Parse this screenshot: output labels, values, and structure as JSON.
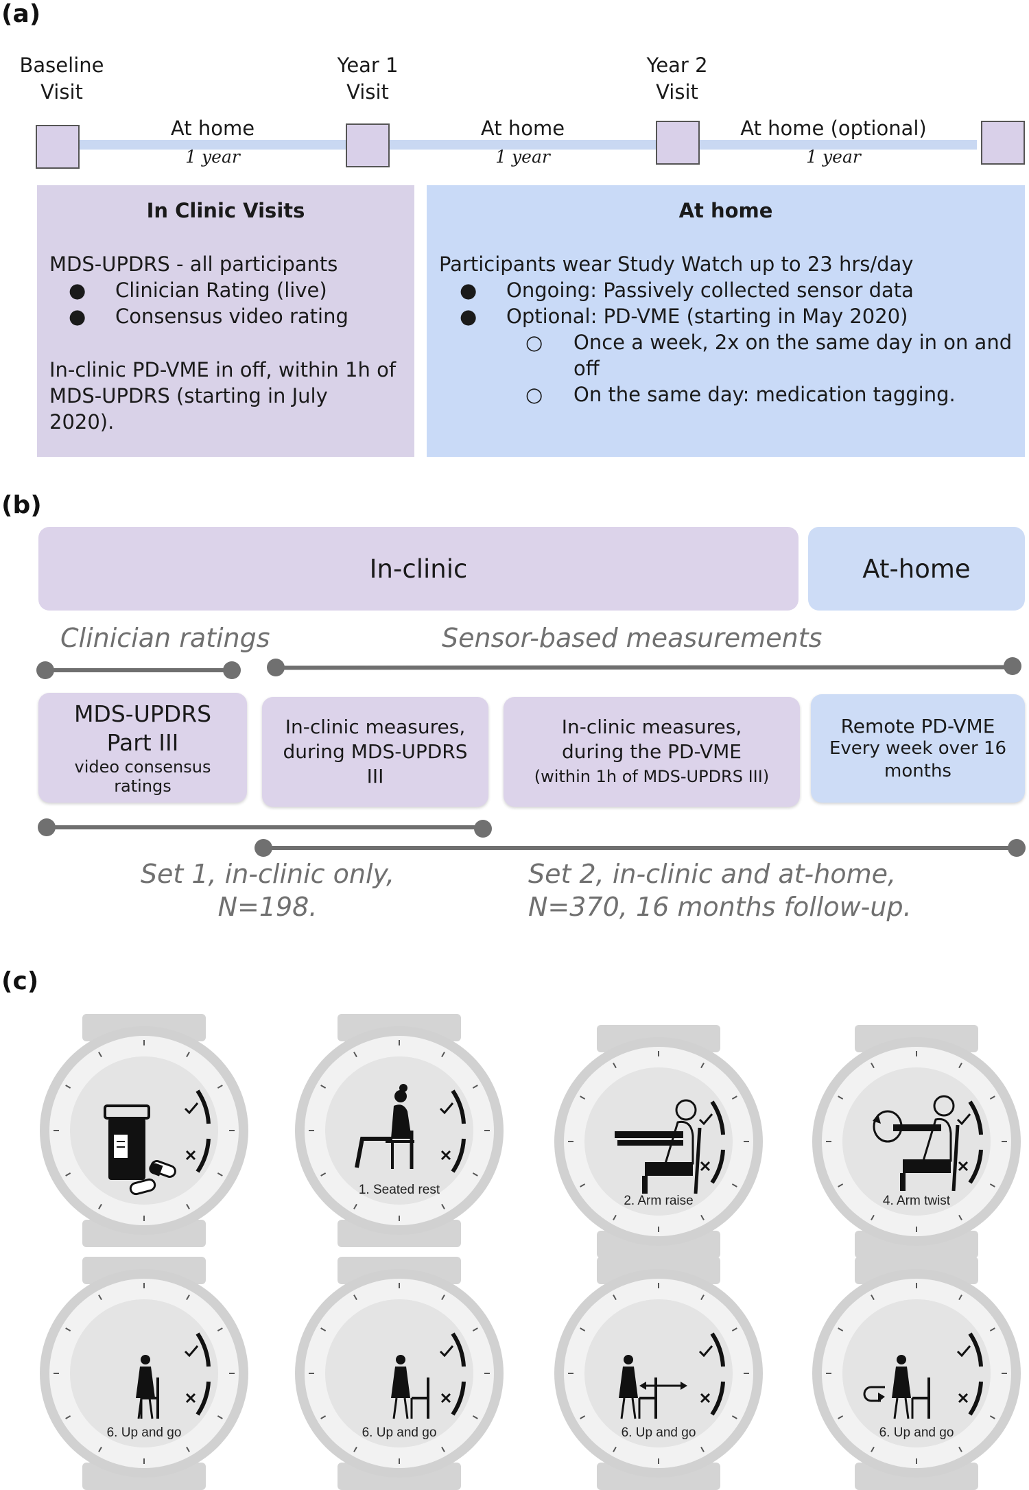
{
  "panel_a": {
    "label": "(a)",
    "visits": [
      {
        "line1": "Baseline",
        "line2": "Visit"
      },
      {
        "line1": "Year 1",
        "line2": "Visit"
      },
      {
        "line1": "Year 2",
        "line2": "Visit"
      }
    ],
    "intervals": [
      {
        "title": "At home",
        "duration": "1 year"
      },
      {
        "title": "At home",
        "duration": "1 year"
      },
      {
        "title": "At home (optional)",
        "duration": "1 year"
      }
    ],
    "clinic_box": {
      "title": "In Clinic Visits",
      "intro": "MDS-UPDRS - all participants",
      "bullets": [
        "Clinician Rating (live)",
        "Consensus video rating"
      ],
      "note_line1": "In-clinic PD-VME in off, within 1h of",
      "note_line2": "MDS-UPDRS (starting in July",
      "note_line3": "2020)."
    },
    "home_box": {
      "title": "At home",
      "intro": "Participants wear Study Watch up to 23 hrs/day",
      "bullets": [
        "Ongoing: Passively collected sensor data",
        "Optional: PD-VME (starting in May 2020)"
      ],
      "sub1_line1": "Once a week, 2x on the same day in on and",
      "sub1_line2": "off",
      "sub2": "On the same day: medication tagging."
    }
  },
  "panel_b": {
    "label": "(b)",
    "in_clinic": "In-clinic",
    "at_home": "At-home",
    "clinician_ratings": "Clinician ratings",
    "sensor_measurements": "Sensor-based measurements",
    "box1": {
      "line1": "MDS-UPDRS",
      "line2": "Part III",
      "line3": "video consensus",
      "line4": "ratings"
    },
    "box2": {
      "line1": "In-clinic measures,",
      "line2": "during MDS-UPDRS",
      "line3": "III"
    },
    "box3": {
      "line1": "In-clinic measures,",
      "line2": "during the PD-VME",
      "line3": "(within 1h of MDS-UPDRS III)"
    },
    "box4": {
      "line1": "Remote PD-VME",
      "line2": "Every week over 16",
      "line3": "months"
    },
    "set1": {
      "line1": "Set 1, in-clinic only,",
      "line2": "N=198."
    },
    "set2": {
      "line1": "Set 2, in-clinic and  at-home,",
      "line2": "N=370, 16 months follow-up."
    }
  },
  "panel_c": {
    "label": "(c)",
    "watches": [
      {
        "icon": "medication-icon",
        "caption": ""
      },
      {
        "icon": "seated-rest-icon",
        "caption": "1. Seated rest"
      },
      {
        "icon": "arm-raise-icon",
        "caption": "2. Arm raise"
      },
      {
        "icon": "arm-twist-icon",
        "caption": "4. Arm twist"
      },
      {
        "icon": "up-and-go-seated-icon",
        "caption": "6. Up and go"
      },
      {
        "icon": "up-and-go-standing-icon",
        "caption": "6. Up and go"
      },
      {
        "icon": "up-and-go-walking-icon",
        "caption": "6. Up and go"
      },
      {
        "icon": "up-and-go-turning-icon",
        "caption": "6. Up and go"
      }
    ]
  }
}
